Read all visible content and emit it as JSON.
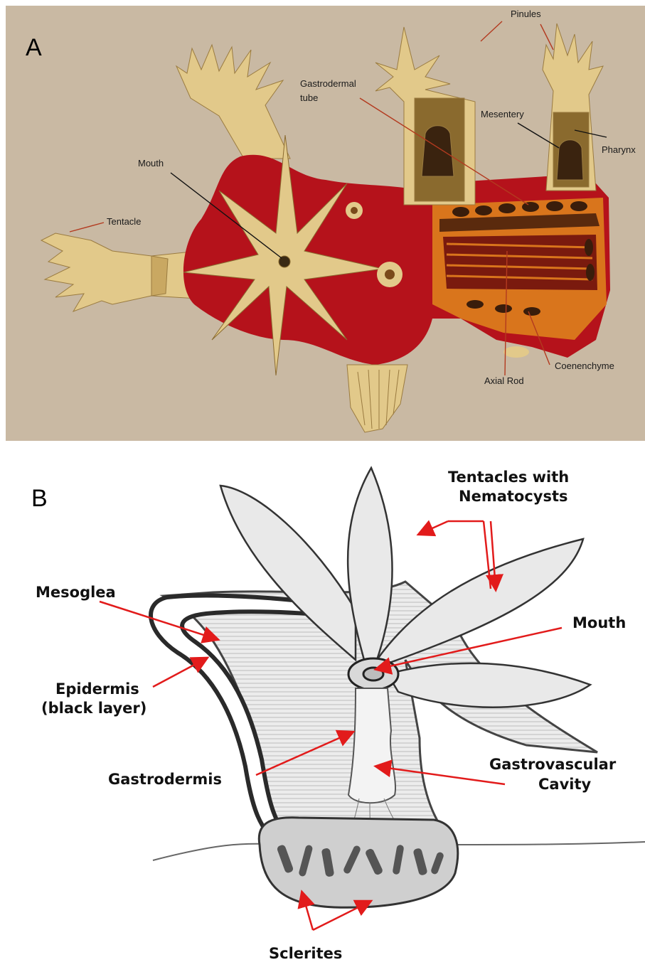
{
  "panel_a": {
    "letter": "A",
    "labels": {
      "pinules": "Pinules",
      "gastrodermal_tube_1": "Gastrodermal",
      "gastrodermal_tube_2": "tube",
      "mesentery": "Mesentery",
      "pharynx": "Pharynx",
      "mouth": "Mouth",
      "tentacle": "Tentacle",
      "coenenchyme": "Coenenchyme",
      "axial_rod": "Axial Rod"
    },
    "colors": {
      "background": "#c9b9a3",
      "tissue_red": "#b5121b",
      "polyp_tan": "#e2c98a",
      "line": "#b33a1f"
    }
  },
  "panel_b": {
    "letter": "B",
    "labels": {
      "tentacles_1": "Tentacles with",
      "tentacles_2": "Nematocysts",
      "mesoglea": "Mesoglea",
      "mouth": "Mouth",
      "epidermis_1": "Epidermis",
      "epidermis_2": "(black layer)",
      "gastrodermis": "Gastrodermis",
      "gastrovascular_1": "Gastrovascular",
      "gastrovascular_2": "Cavity",
      "sclerites": "Sclerites"
    },
    "colors": {
      "arrow": "#e21b1b",
      "sketch": "#555555",
      "fill": "#e8e8e8"
    }
  }
}
